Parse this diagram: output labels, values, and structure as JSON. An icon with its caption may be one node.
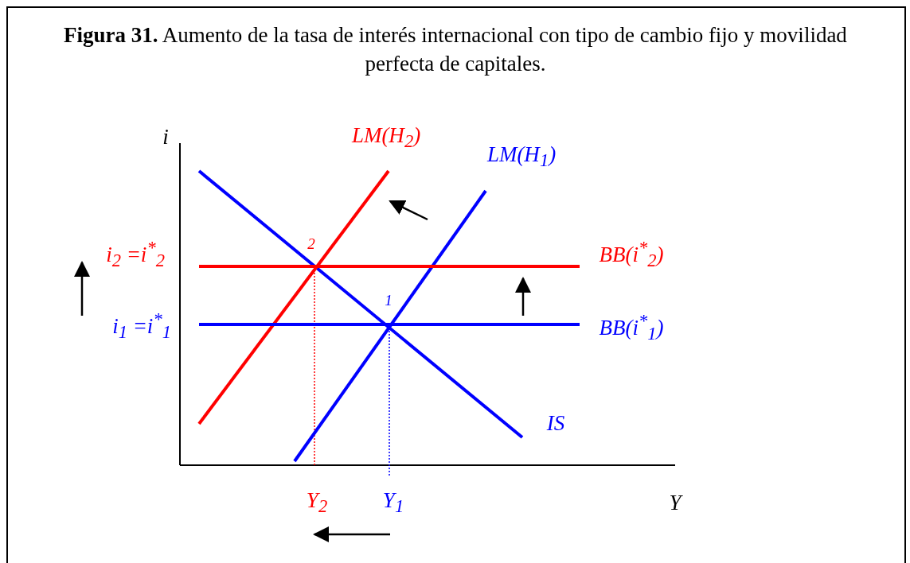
{
  "diagram": {
    "title": "**Figura  31.** Aumento de la tasa de interés internacional con tipo de cambio fijo y movilidad perfecta de capitales.",
    "labels": [
      "i",
      "LM(H$_{2}$)",
      "LM(H$_{1}$)",
      "2",
      "BB(i$^{*}$$_{2}$)",
      "i$_{2}$ =i$^{*}$$_{2}$",
      "1",
      "i$_{1}$ =i$^{*}$$_{1}$",
      "BB(i$^{*}$$_{1}$)",
      "IS",
      "Y",
      "Y$_{2}$",
      "Y$_{1}$"
    ]
  }
}
